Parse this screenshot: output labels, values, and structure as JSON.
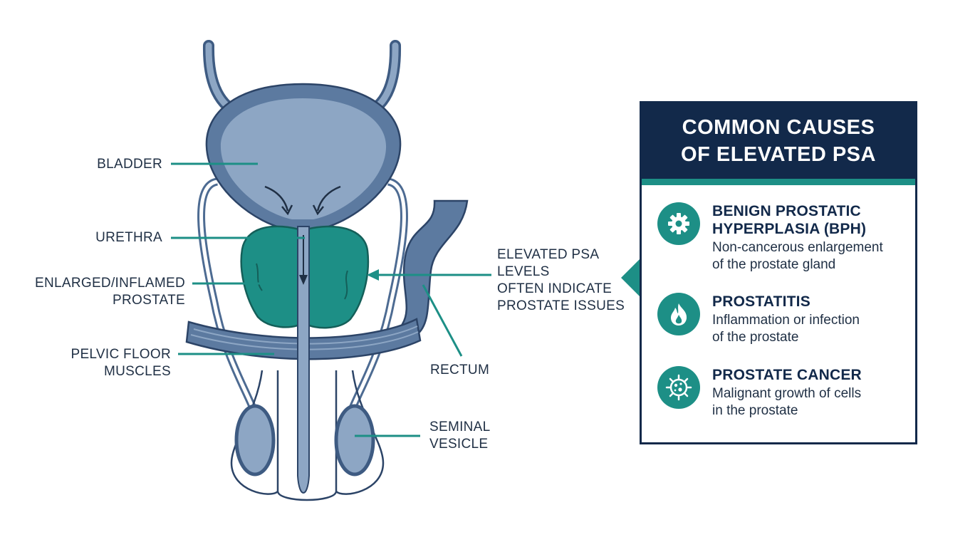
{
  "labels": {
    "bladder": "BLADDER",
    "urethra": "URETHRA",
    "prostate": [
      "ENLARGED/INFLAMED",
      "PROSTATE"
    ],
    "pelvic_floor": [
      "PELVIC FLOOR",
      "MUSCLES"
    ],
    "rectum": "RECTUM",
    "seminal_vesicle": [
      "SEMINAL",
      "VESICLE"
    ],
    "psa_note": [
      "ELEVATED PSA",
      "LEVELS",
      "OFTEN INDICATE",
      "PROSTATE ISSUES"
    ]
  },
  "panel": {
    "title": [
      "COMMON CAUSES",
      "OF ELEVATED PSA"
    ],
    "causes": [
      {
        "icon": "gear-icon",
        "title": [
          "BENIGN PROSTATIC",
          "HYPERPLASIA (BPH)"
        ],
        "desc": [
          "Non-cancerous enlargement",
          "of the prostate gland"
        ]
      },
      {
        "icon": "flame-icon",
        "title": [
          "PROSTATITIS"
        ],
        "desc": [
          "Inflammation or infection",
          "of the prostate"
        ]
      },
      {
        "icon": "cell-icon",
        "title": [
          "PROSTATE CANCER"
        ],
        "desc": [
          "Malignant growth of cells",
          "in the prostate"
        ]
      }
    ]
  },
  "colors": {
    "navy": "#12294a",
    "teal": "#1d8f86",
    "organ_blue": "#8da6c4",
    "outline_blue": "#4d6b92",
    "text": "#1f2f44"
  }
}
